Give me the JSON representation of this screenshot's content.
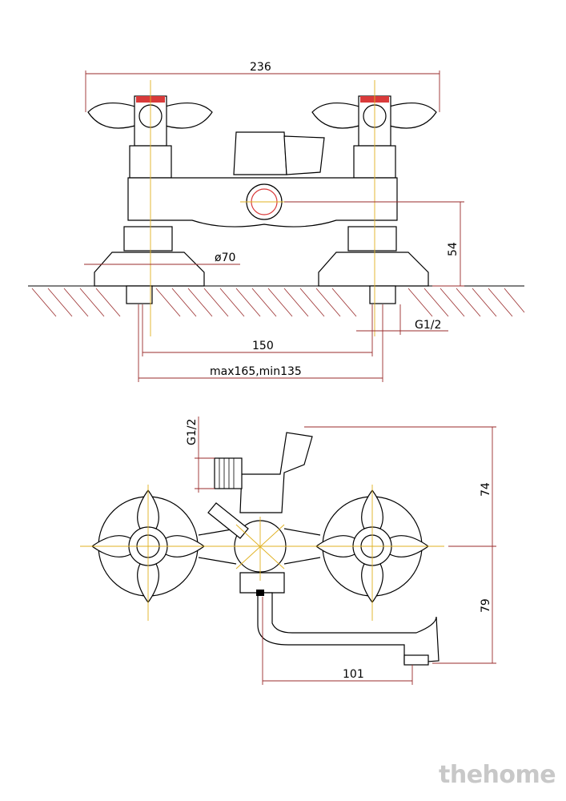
{
  "dimensions": {
    "total_width": "236",
    "height_54": "54",
    "flange_dia": "ø70",
    "thread_top": "G1/2",
    "center_distance": "150",
    "range": "max165,min135",
    "thread_side": "G1/2",
    "height_74": "74",
    "height_79": "79",
    "spout_101": "101"
  },
  "watermark": "thehome",
  "colors": {
    "axis": "#e0b020",
    "dimension": "#9a2b2b",
    "accent": "#d93a3a"
  }
}
